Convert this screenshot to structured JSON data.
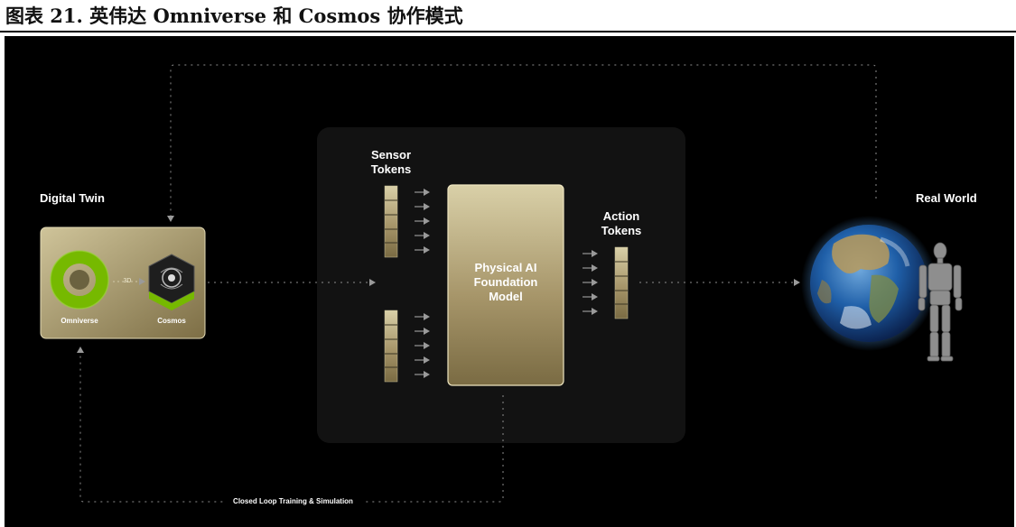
{
  "caption": "图表 21. 英伟达 Omniverse 和 Cosmos 协作模式",
  "labels": {
    "digital_twin": "Digital Twin",
    "real_world": "Real World",
    "sensor_tokens": "Sensor\nTokens",
    "action_tokens": "Action\nTokens",
    "model": "Physical AI\nFoundation\nModel",
    "omniverse": "Omniverse",
    "cosmos": "Cosmos",
    "link_3d": "3D",
    "loop": "Closed Loop Training & Simulation"
  },
  "colors": {
    "background": "#000000",
    "panel": "#121212",
    "gold_light": "#d9d0a8",
    "gold_dark": "#8a7a4c",
    "omniverse_green": "#76b900",
    "line": "#8c8c8c"
  },
  "icons": {
    "omniverse": "omniverse-ring-icon",
    "cosmos": "cosmos-cube-icon",
    "earth": "earth-icon",
    "robot": "humanoid-robot-icon"
  }
}
